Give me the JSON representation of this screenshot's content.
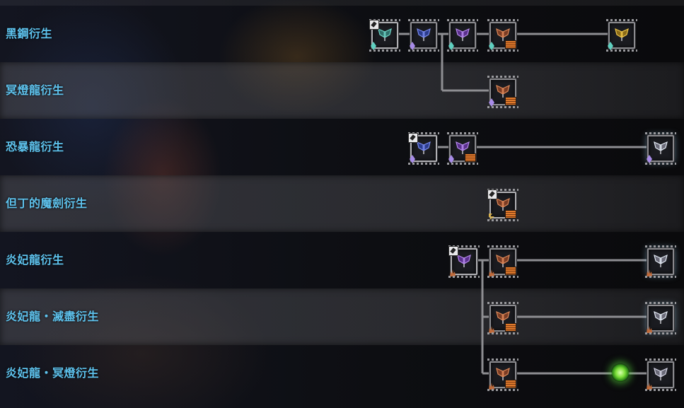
{
  "screen": "forging-tree",
  "trees": [
    {
      "label": "黑鋼衍生"
    },
    {
      "label": "冥燈龍衍生"
    },
    {
      "label": "恐暴龍衍生"
    },
    {
      "label": "但丁的魔劍衍生"
    },
    {
      "label": "炎妃龍衍生"
    },
    {
      "label": "炎妃龍・滅盡衍生"
    },
    {
      "label": "炎妃龍・冥燈衍生"
    }
  ],
  "colors": {
    "label": "#5ec3ee",
    "line": "#8e8e92",
    "cursor": "#7de03a"
  },
  "nodes": [
    {
      "tree": 0,
      "kind": "teal",
      "craftable": true,
      "crest": "teal",
      "hunt": false
    },
    {
      "tree": 0,
      "kind": "blue",
      "craftable": false,
      "crest": "purple",
      "hunt": false
    },
    {
      "tree": 0,
      "kind": "purple",
      "craftable": false,
      "crest": "teal",
      "hunt": false
    },
    {
      "tree": 0,
      "kind": "copper",
      "craftable": false,
      "crest": "teal",
      "hunt": true
    },
    {
      "tree": 0,
      "kind": "gold",
      "craftable": false,
      "crest": "teal",
      "hunt": false
    },
    {
      "tree": 1,
      "kind": "copper",
      "craftable": false,
      "crest": "purple",
      "hunt": true
    },
    {
      "tree": 2,
      "kind": "blue",
      "craftable": true,
      "crest": "purple",
      "hunt": false
    },
    {
      "tree": 2,
      "kind": "purple",
      "craftable": false,
      "crest": "purple",
      "hunt": true
    },
    {
      "tree": 2,
      "kind": "silver-glow",
      "craftable": false,
      "crest": "purple",
      "hunt": false
    },
    {
      "tree": 3,
      "kind": "copper",
      "craftable": true,
      "crest": "gold",
      "hunt": true
    },
    {
      "tree": 4,
      "kind": "purple",
      "craftable": true,
      "crest": "fire",
      "hunt": false
    },
    {
      "tree": 4,
      "kind": "copper",
      "craftable": false,
      "crest": "fire",
      "hunt": true
    },
    {
      "tree": 4,
      "kind": "silver-glow",
      "craftable": false,
      "crest": "fire",
      "hunt": false
    },
    {
      "tree": 5,
      "kind": "copper",
      "craftable": false,
      "crest": "fire",
      "hunt": true
    },
    {
      "tree": 5,
      "kind": "silver-glow",
      "craftable": false,
      "crest": "fire",
      "hunt": false
    },
    {
      "tree": 6,
      "kind": "copper",
      "craftable": false,
      "crest": "fire",
      "hunt": true
    },
    {
      "tree": 6,
      "kind": "silver",
      "craftable": false,
      "crest": "fire",
      "hunt": false
    }
  ]
}
